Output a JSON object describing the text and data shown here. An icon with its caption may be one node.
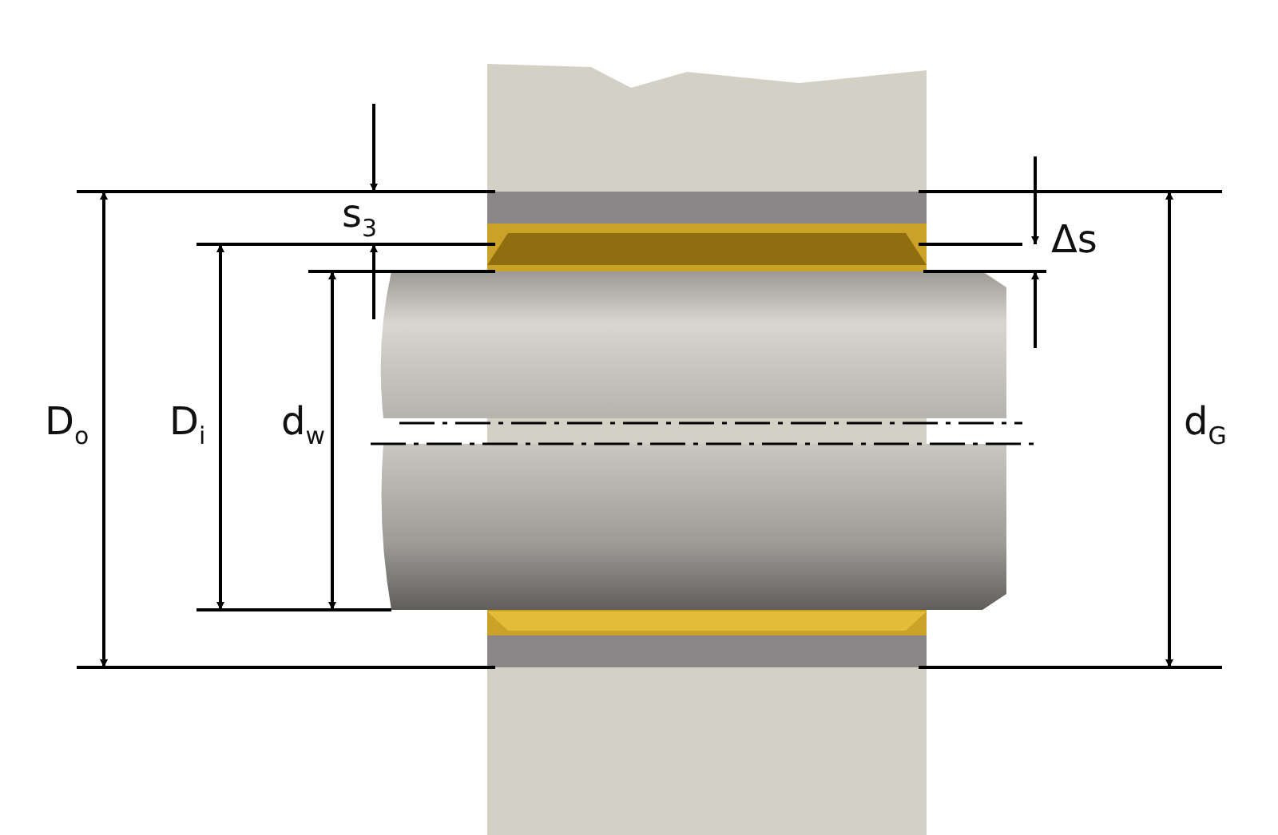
{
  "diagram": {
    "labels": [
      "s$_{3}$",
      "Δs",
      "D$_{o}$",
      "D$_{i}$",
      "d$_{w}$",
      "d$_{G}$"
    ]
  }
}
